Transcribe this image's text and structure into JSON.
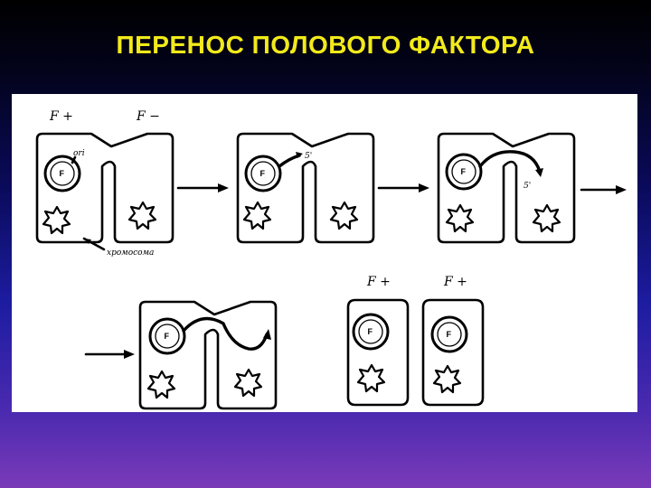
{
  "slide": {
    "title": "ПЕРЕНОС ПОЛОВОГО ФАКТОРА"
  },
  "diagram": {
    "labels": {
      "f_plus": "F +",
      "f_minus": "F −",
      "f_factor": "F",
      "ori": "ori",
      "five_prime": "5'",
      "chromosome": "хромосома"
    }
  },
  "colors": {
    "title": "#f2ea1a",
    "figure_background": "#ffffff",
    "ink": "#000000"
  }
}
